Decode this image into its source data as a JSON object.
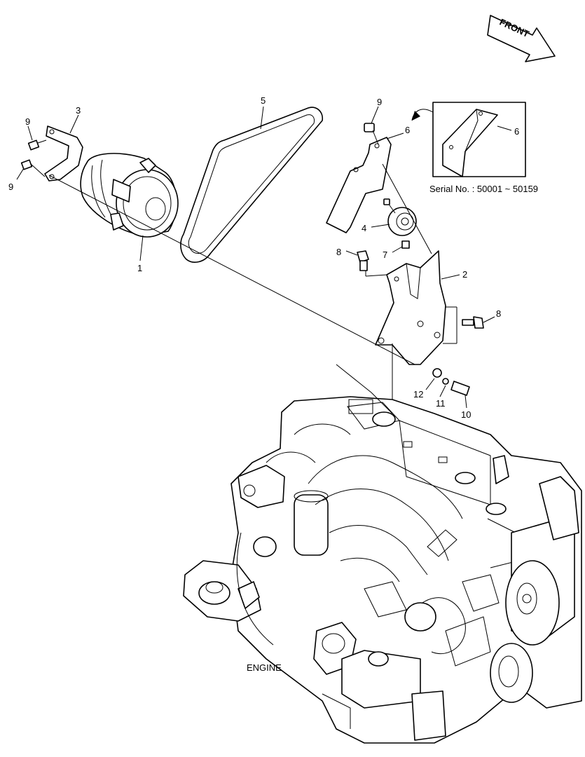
{
  "front_label": "FRONT",
  "engine_label": "ENGINE",
  "inset": {
    "serial_label": "Serial No. : 50001 ~ 50159",
    "callout": "6"
  },
  "callouts": [
    {
      "id": "c1",
      "label": "1"
    },
    {
      "id": "c2",
      "label": "2"
    },
    {
      "id": "c3",
      "label": "3"
    },
    {
      "id": "c4",
      "label": "4"
    },
    {
      "id": "c5",
      "label": "5"
    },
    {
      "id": "c6",
      "label": "6"
    },
    {
      "id": "c7",
      "label": "7"
    },
    {
      "id": "c8a",
      "label": "8"
    },
    {
      "id": "c8b",
      "label": "8"
    },
    {
      "id": "c9a",
      "label": "9"
    },
    {
      "id": "c9b",
      "label": "9"
    },
    {
      "id": "c9c",
      "label": "9"
    },
    {
      "id": "c10",
      "label": "10"
    },
    {
      "id": "c11",
      "label": "11"
    },
    {
      "id": "c12",
      "label": "12"
    }
  ]
}
